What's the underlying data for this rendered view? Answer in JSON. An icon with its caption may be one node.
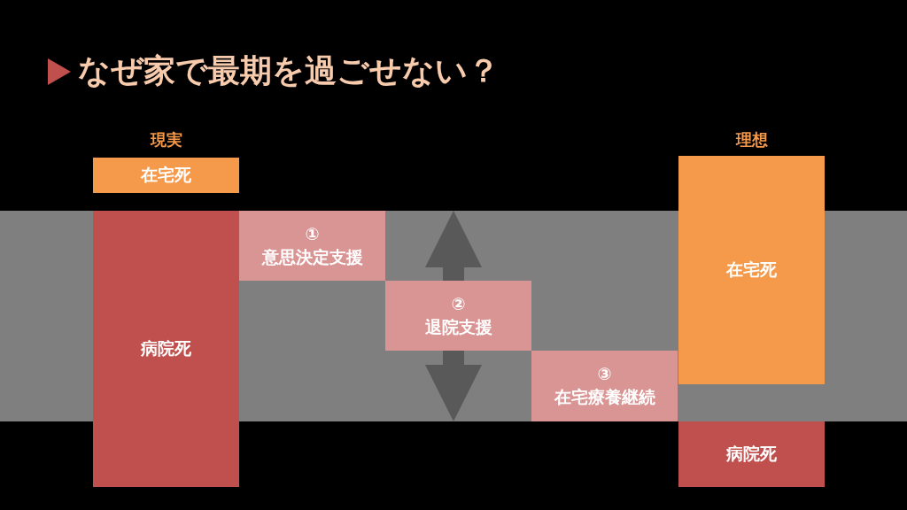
{
  "diagram": {
    "title": "なぜ家で最期を過ごせない？",
    "nodes": [
      {
        "text": [
          "在宅死"
        ]
      },
      {
        "text": [
          "病院死"
        ]
      },
      {
        "text": [
          "①",
          "意思決定支援"
        ]
      },
      {
        "text": [
          "②",
          "退院支援"
        ]
      },
      {
        "text": [
          "③",
          "在宅療養継続"
        ]
      },
      {
        "text": [
          "在宅死"
        ]
      },
      {
        "text": [
          "病院死"
        ]
      }
    ],
    "labels": [
      "現実",
      "理想"
    ]
  }
}
